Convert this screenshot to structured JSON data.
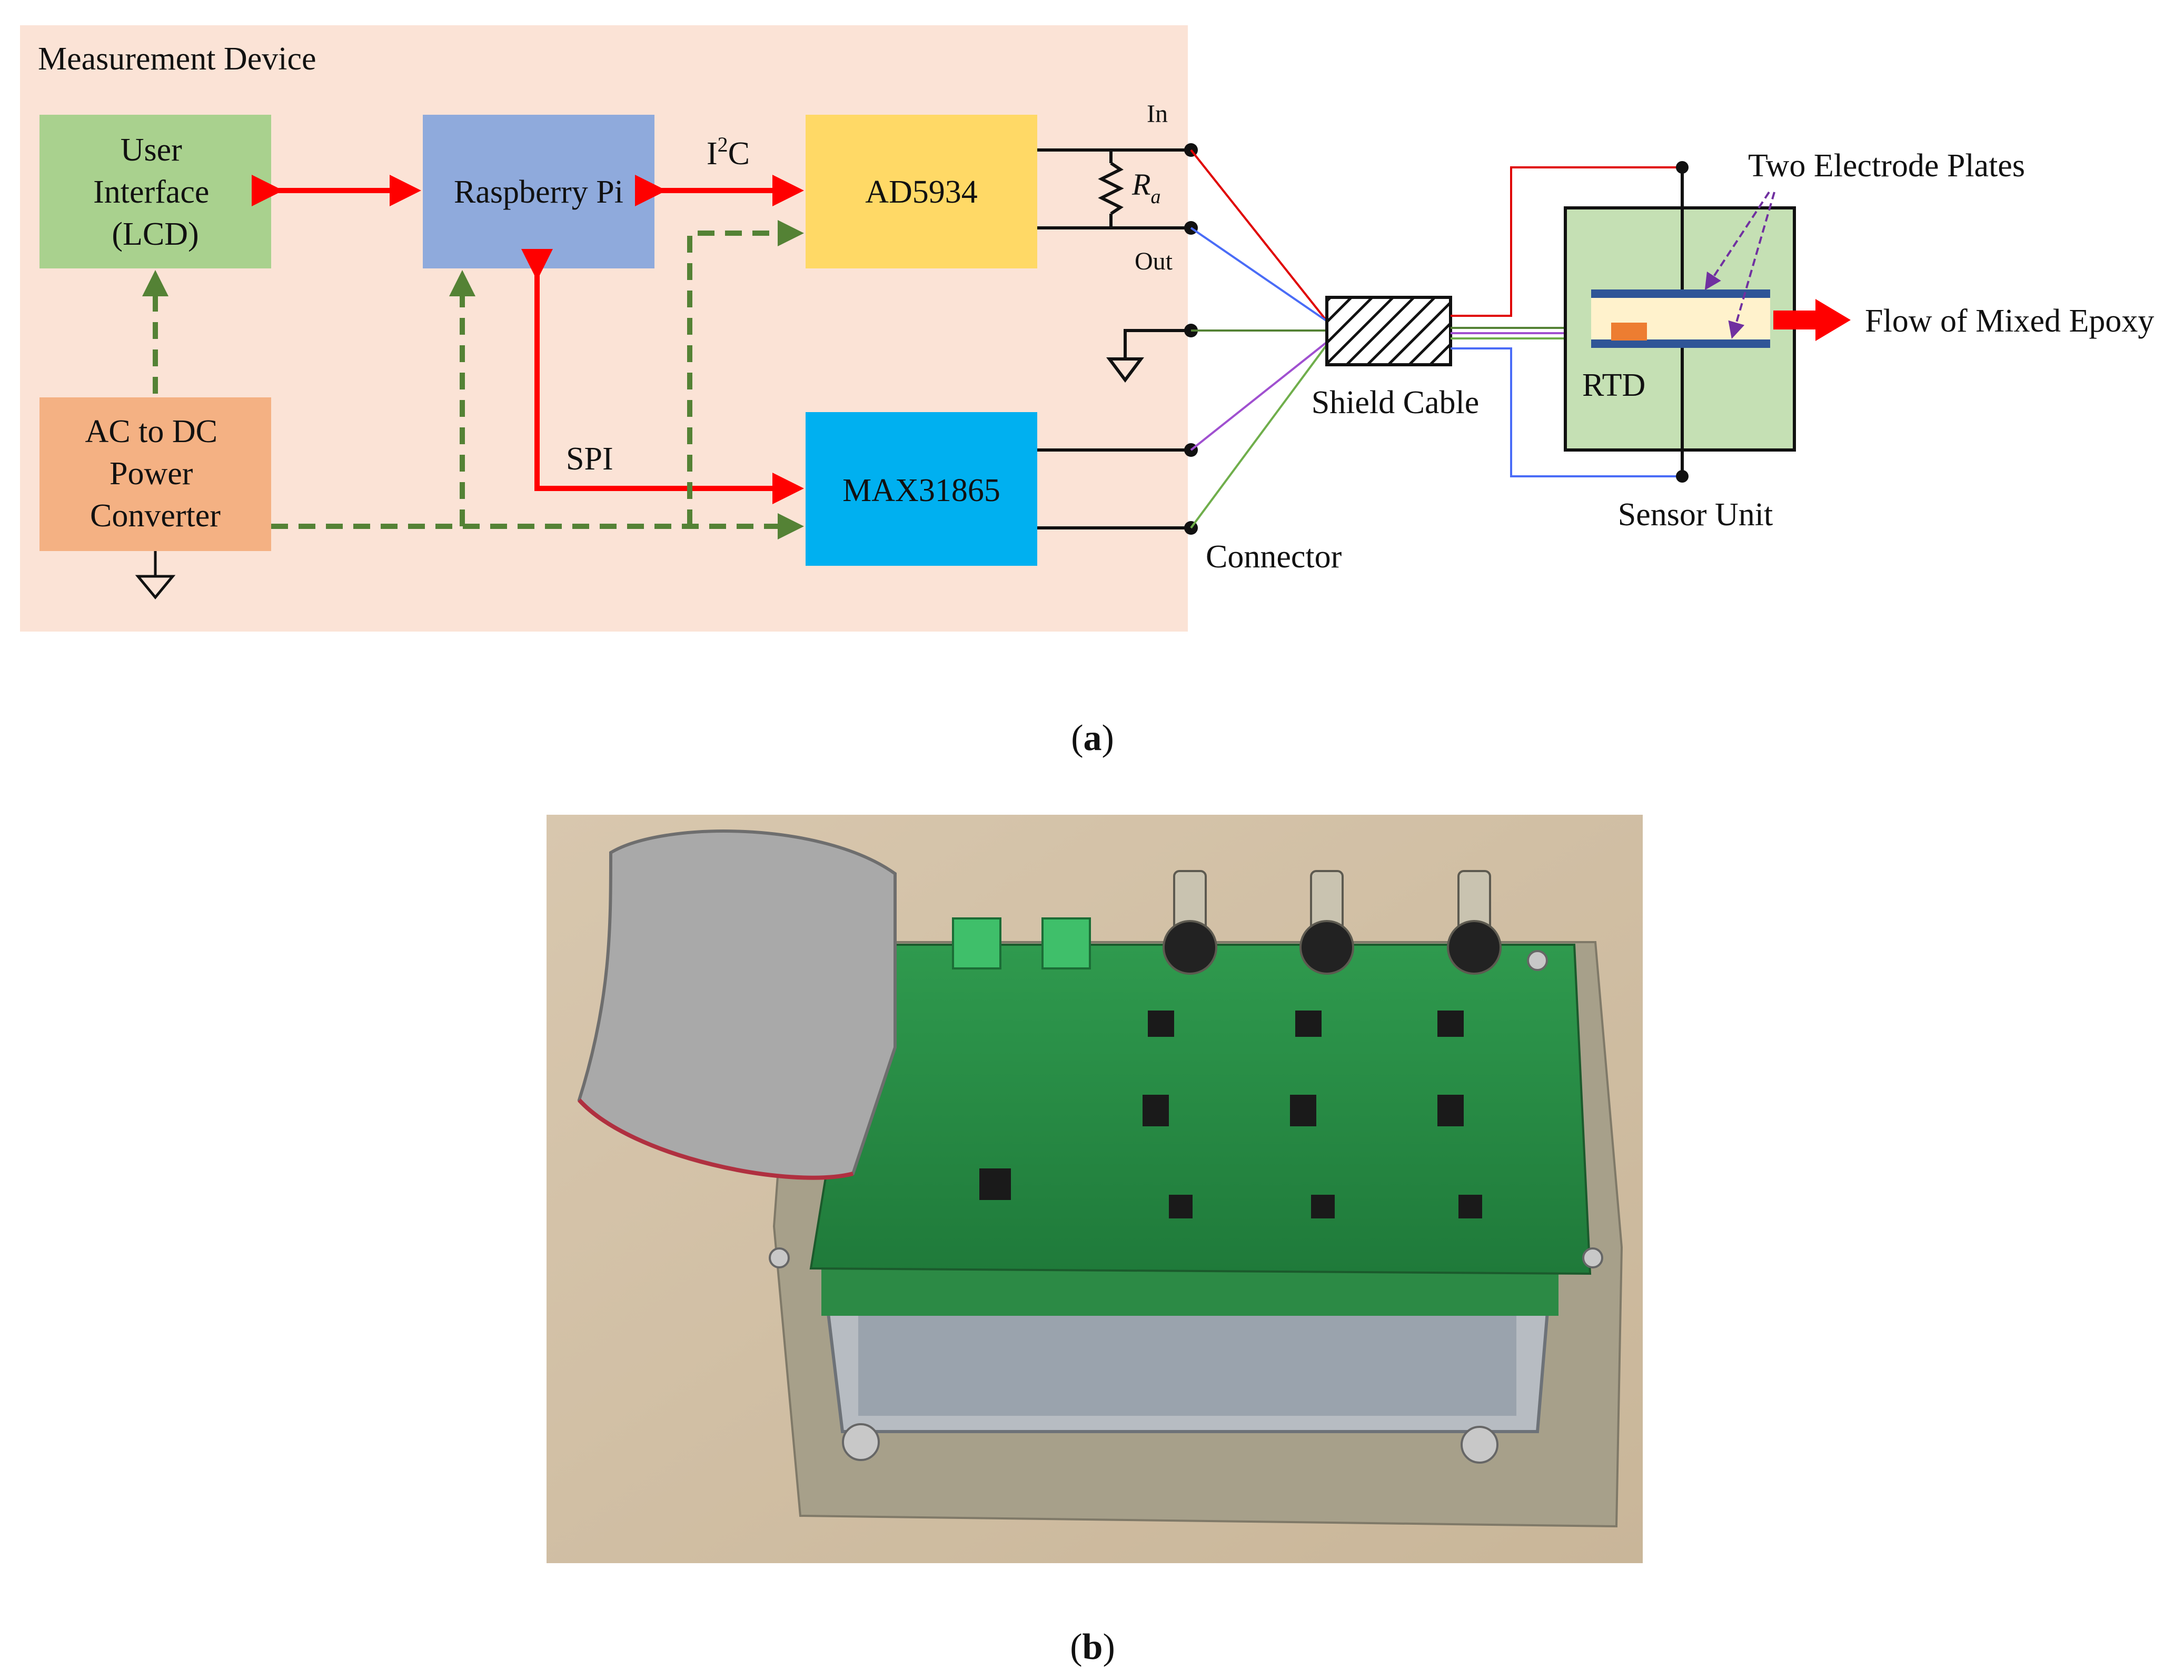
{
  "panel_a": {
    "device_title": "Measurement Device",
    "ui_block": [
      "User",
      "Interface",
      "(LCD)"
    ],
    "rpi_block": "Raspberry Pi",
    "ad_block": "AD5934",
    "max_block": "MAX31865",
    "psu_block": [
      "AC to DC",
      "Power",
      "Converter"
    ],
    "i2c_label": {
      "main": "I",
      "sup": "2",
      "tail": "C"
    },
    "spi_label": "SPI",
    "in_label": "In",
    "out_label": "Out",
    "resistor_label": {
      "main": "R",
      "sub": "a"
    },
    "connector_label": "Connector",
    "shield_label": "Shield Cable",
    "electrode_label": "Two Electrode Plates",
    "rtd_label": "RTD",
    "flow_label": "Flow of Mixed Epoxy",
    "sensor_label": "Sensor Unit",
    "caption": {
      "open": "(",
      "letter": "a",
      "close": ")"
    }
  },
  "panel_b": {
    "caption": {
      "open": "(",
      "letter": "b",
      "close": ")"
    }
  },
  "colors": {
    "device_bg": "#fbe3d6",
    "ui_fill": "#a9d18e",
    "rpi_fill": "#8faadc",
    "ad_fill": "#ffd966",
    "max_fill": "#00b0f0",
    "psu_fill": "#f4b183",
    "data_arrow": "#ff0000",
    "power_arrow": "#548235",
    "sensor_fill": "#c5e0b4",
    "plate_fill": "#2f5597",
    "epoxy_fill": "#fff2cc",
    "rtd_fill": "#ed7d31"
  }
}
